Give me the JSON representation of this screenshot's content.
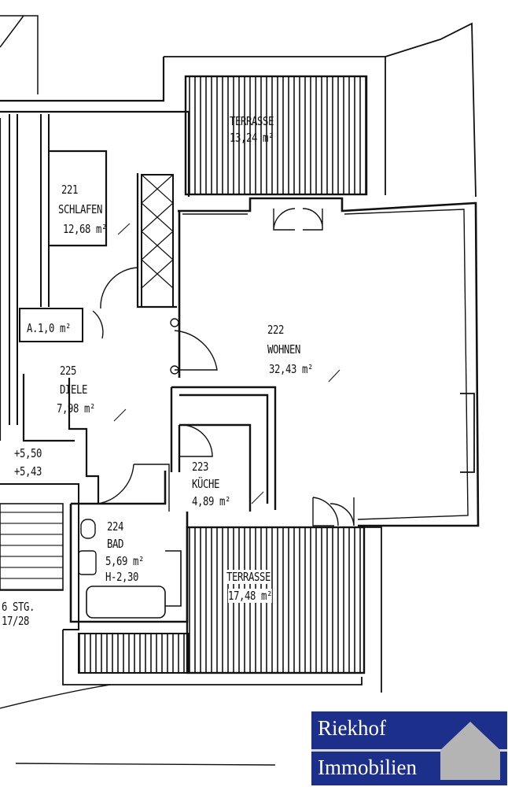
{
  "rooms": {
    "schlafen": {
      "number": "221",
      "name": "SCHLAFEN",
      "area": "12,68 m²"
    },
    "wohnen": {
      "number": "222",
      "name": "WOHNEN",
      "area": "32,43 m²"
    },
    "kueche": {
      "number": "223",
      "name": "KÜCHE",
      "area": "4,89 m²"
    },
    "bad": {
      "number": "224",
      "name": "BAD",
      "area": "5,69 m²",
      "height": "H-2,30"
    },
    "diele": {
      "number": "225",
      "name": "DIELE",
      "area": "7,98 m²"
    },
    "abstell": {
      "name": "A.",
      "area": "1,0 m²"
    },
    "terrasse_top": {
      "name": "TERRASSE",
      "area": "13,24 m²"
    },
    "terrasse_bottom": {
      "name": "TERRASSE",
      "area": "17,48 m²"
    }
  },
  "levels": {
    "level1": "+5,50",
    "level2": "+5,43",
    "stairs": "6 STG.",
    "stairs_dim": "17/28"
  },
  "logo": {
    "line1": "Riekhof",
    "line2": "Immobilien",
    "color": "#1c2f8a"
  }
}
